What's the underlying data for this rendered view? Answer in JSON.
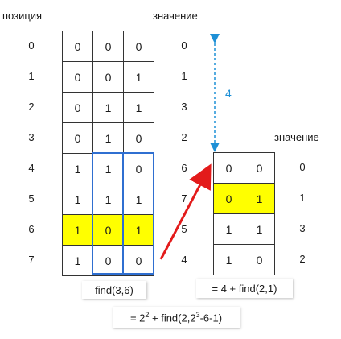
{
  "headers": {
    "position": "позиция",
    "value_left": "значение",
    "value_right": "значение"
  },
  "left_table": {
    "positions": [
      "0",
      "1",
      "2",
      "3",
      "4",
      "5",
      "6",
      "7"
    ],
    "rows": [
      [
        "0",
        "0",
        "0"
      ],
      [
        "0",
        "0",
        "1"
      ],
      [
        "0",
        "1",
        "1"
      ],
      [
        "0",
        "1",
        "0"
      ],
      [
        "1",
        "1",
        "0"
      ],
      [
        "1",
        "1",
        "1"
      ],
      [
        "1",
        "0",
        "1"
      ],
      [
        "1",
        "0",
        "0"
      ]
    ],
    "values": [
      "0",
      "1",
      "3",
      "2",
      "6",
      "7",
      "5",
      "4"
    ],
    "highlight_row": 6
  },
  "right_table": {
    "rows": [
      [
        "0",
        "0"
      ],
      [
        "0",
        "1"
      ],
      [
        "1",
        "1"
      ],
      [
        "1",
        "0"
      ]
    ],
    "values": [
      "0",
      "1",
      "3",
      "2"
    ],
    "highlight_row": 1
  },
  "distance_label": "4",
  "expressions": {
    "find_call": "find(3,6)",
    "equals_right": "= 4 + find(2,1)",
    "equals_bottom_prefix": "= 2",
    "equals_bottom_exp": "2",
    "equals_bottom_mid": " + find(2,2",
    "equals_bottom_exp2": "3",
    "equals_bottom_suffix": "-6-1)"
  },
  "colors": {
    "highlight": "#ffff00",
    "blue_outline": "#2f6fd1",
    "arrow": "#e31b1b",
    "dimension": "#1e90d6"
  }
}
